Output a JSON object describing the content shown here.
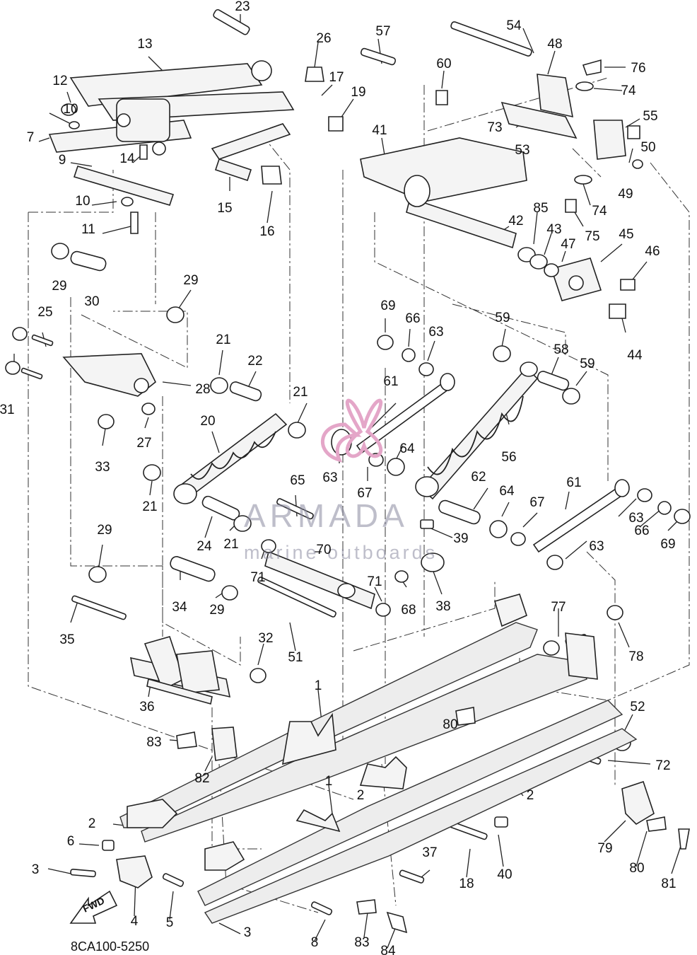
{
  "diagram": {
    "reference_code": "8CA100-5250",
    "direction_label": "FWD",
    "watermark": {
      "title": "ARMADA",
      "subtitle": "marine outboards"
    },
    "part_labels": [
      "1",
      "1",
      "2",
      "2",
      "2",
      "3",
      "3",
      "4",
      "5",
      "6",
      "7",
      "8",
      "9",
      "10",
      "10",
      "11",
      "12",
      "13",
      "14",
      "15",
      "16",
      "17",
      "18",
      "19",
      "20",
      "21",
      "21",
      "21",
      "21",
      "22",
      "23",
      "24",
      "25",
      "26",
      "27",
      "28",
      "29",
      "29",
      "29",
      "29",
      "30",
      "31",
      "32",
      "33",
      "34",
      "35",
      "36",
      "37",
      "38",
      "39",
      "40",
      "41",
      "42",
      "43",
      "44",
      "45",
      "46",
      "47",
      "48",
      "49",
      "50",
      "51",
      "52",
      "53",
      "54",
      "55",
      "56",
      "57",
      "58",
      "59",
      "59",
      "60",
      "61",
      "61",
      "62",
      "63",
      "63",
      "63",
      "63",
      "64",
      "64",
      "65",
      "66",
      "66",
      "67",
      "67",
      "68",
      "69",
      "69",
      "70",
      "71",
      "71",
      "72",
      "73",
      "74",
      "74",
      "75",
      "76",
      "77",
      "78",
      "79",
      "80",
      "80",
      "81",
      "82",
      "83",
      "83",
      "84",
      "85"
    ]
  }
}
